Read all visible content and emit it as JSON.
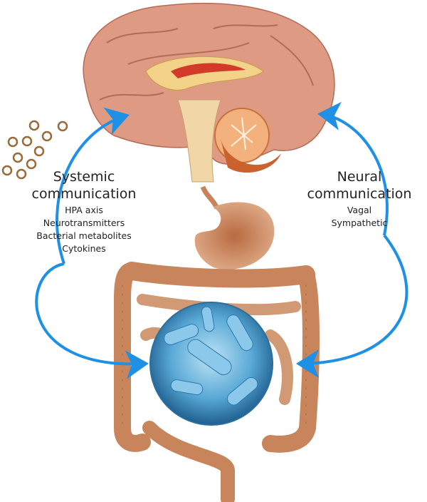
{
  "left": {
    "title_line1": "Systemic",
    "title_line2": "communication",
    "items": [
      "HPA axis",
      "Neurotransmitters",
      "Bacterial metabolites",
      "Cytokines"
    ]
  },
  "right": {
    "title_line1": "Neural",
    "title_line2": "communication",
    "items": [
      "Vagal",
      "Sympathetic"
    ]
  },
  "colors": {
    "arrow": "#1e90e6",
    "tissue": "#c8845a",
    "brain": "#d98c72",
    "bacteria": "#4a9ccf",
    "particles": "#9a6a3a"
  }
}
